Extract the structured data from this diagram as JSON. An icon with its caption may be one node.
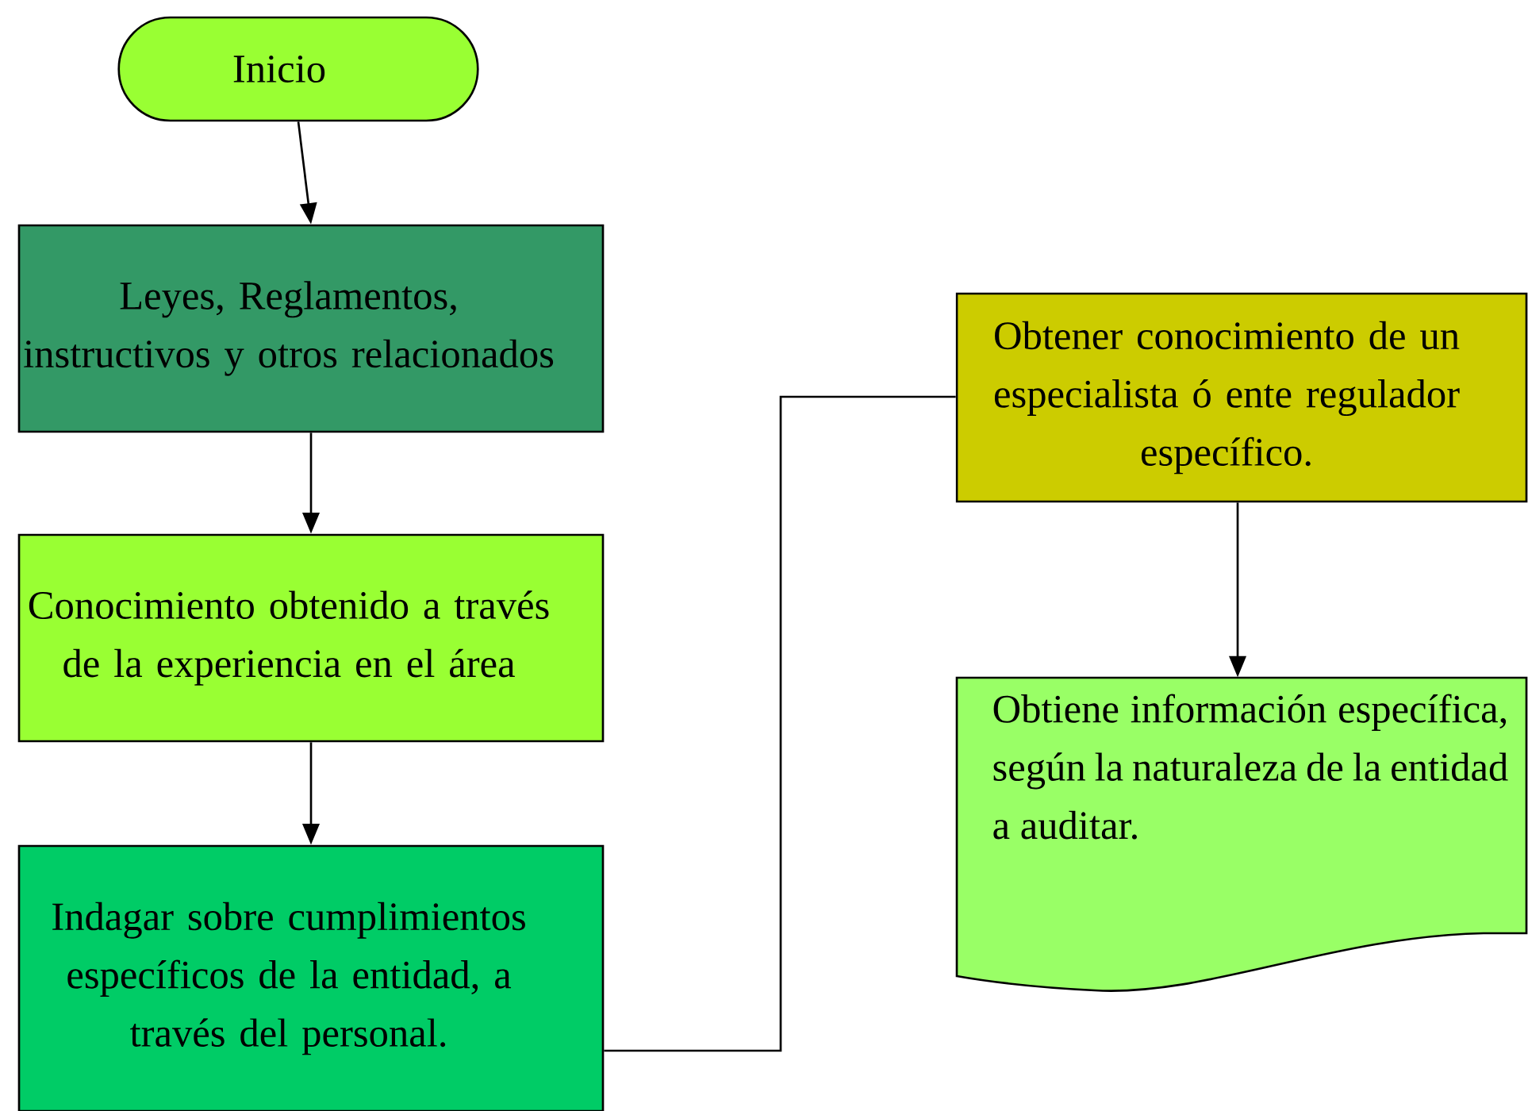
{
  "diagram": {
    "nodes": [
      {
        "text": [
          "Inicio"
        ]
      },
      {
        "text": [
          "Leyes, Reglamentos, instructivos y otros relacionados"
        ]
      },
      {
        "text": [
          "Conocimiento obtenido a través de la experiencia en el área"
        ]
      },
      {
        "text": [
          "Indagar sobre cumplimientos específicos de la entidad, a través del personal."
        ]
      },
      {
        "text": [
          "Obtener conocimiento de un especialista ó ente regulador específico."
        ]
      },
      {
        "text": [
          "Obtiene información específica, según la naturaleza de la entidad a auditar."
        ]
      }
    ],
    "edges": [
      {
        "from": 0,
        "to": 1,
        "arrow": "to"
      },
      {
        "from": 1,
        "to": 2,
        "arrow": "to"
      },
      {
        "from": 2,
        "to": 3,
        "arrow": "to"
      },
      {
        "from": 3,
        "to": 4,
        "arrow": "none"
      },
      {
        "from": 4,
        "to": 5,
        "arrow": "to"
      }
    ]
  }
}
